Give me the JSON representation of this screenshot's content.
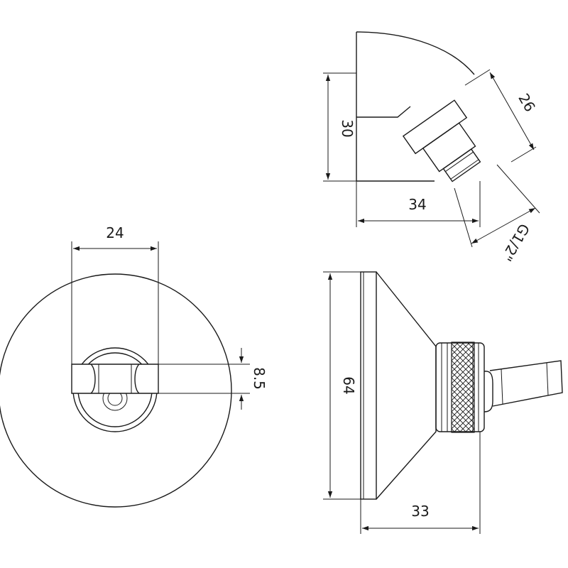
{
  "drawing": {
    "dimensions": {
      "height_30": "30",
      "angle_26": "26",
      "depth_34": "34",
      "thread_g12": "G1/2\"",
      "width_24": "24",
      "slot_85": "8.5",
      "diameter_64": "64",
      "depth_33": "33"
    },
    "line_color": "#1a1a1a",
    "background": "#ffffff"
  }
}
